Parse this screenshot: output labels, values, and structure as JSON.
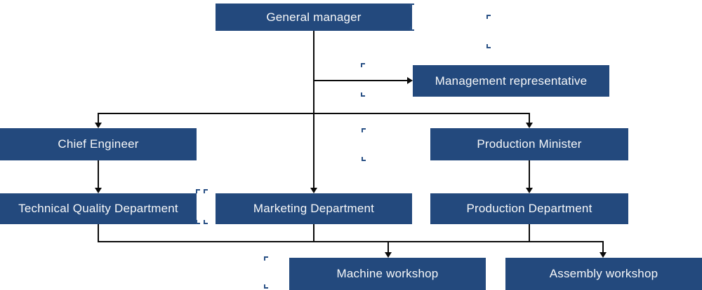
{
  "diagram": {
    "type": "org-chart",
    "colors": {
      "box_fill": "#23497D",
      "box_text": "#F7F8F9",
      "connector": "#0A0A0A",
      "background": "#FFFFFF"
    },
    "nodes": [
      {
        "id": "general-manager",
        "label": "General manager"
      },
      {
        "id": "management-representative",
        "label": "Management representative"
      },
      {
        "id": "chief-engineer",
        "label": "Chief Engineer"
      },
      {
        "id": "production-minister",
        "label": "Production Minister"
      },
      {
        "id": "technical-quality-department",
        "label": "Technical Quality Department"
      },
      {
        "id": "marketing-department",
        "label": "Marketing Department"
      },
      {
        "id": "production-department",
        "label": "Production Department"
      },
      {
        "id": "machine-workshop",
        "label": "Machine workshop"
      },
      {
        "id": "assembly-workshop",
        "label": "Assembly workshop"
      }
    ],
    "edges": [
      {
        "from": "general-manager",
        "to": "management-representative"
      },
      {
        "from": "general-manager",
        "to": "chief-engineer"
      },
      {
        "from": "general-manager",
        "to": "production-minister"
      },
      {
        "from": "general-manager",
        "to": "marketing-department"
      },
      {
        "from": "chief-engineer",
        "to": "technical-quality-department"
      },
      {
        "from": "production-minister",
        "to": "production-department"
      },
      {
        "from": "technical-quality-department",
        "to": "machine-workshop"
      },
      {
        "from": "technical-quality-department",
        "to": "assembly-workshop"
      },
      {
        "from": "marketing-department",
        "to": "machine-workshop"
      },
      {
        "from": "marketing-department",
        "to": "assembly-workshop"
      },
      {
        "from": "production-department",
        "to": "machine-workshop"
      },
      {
        "from": "production-department",
        "to": "assembly-workshop"
      }
    ]
  }
}
